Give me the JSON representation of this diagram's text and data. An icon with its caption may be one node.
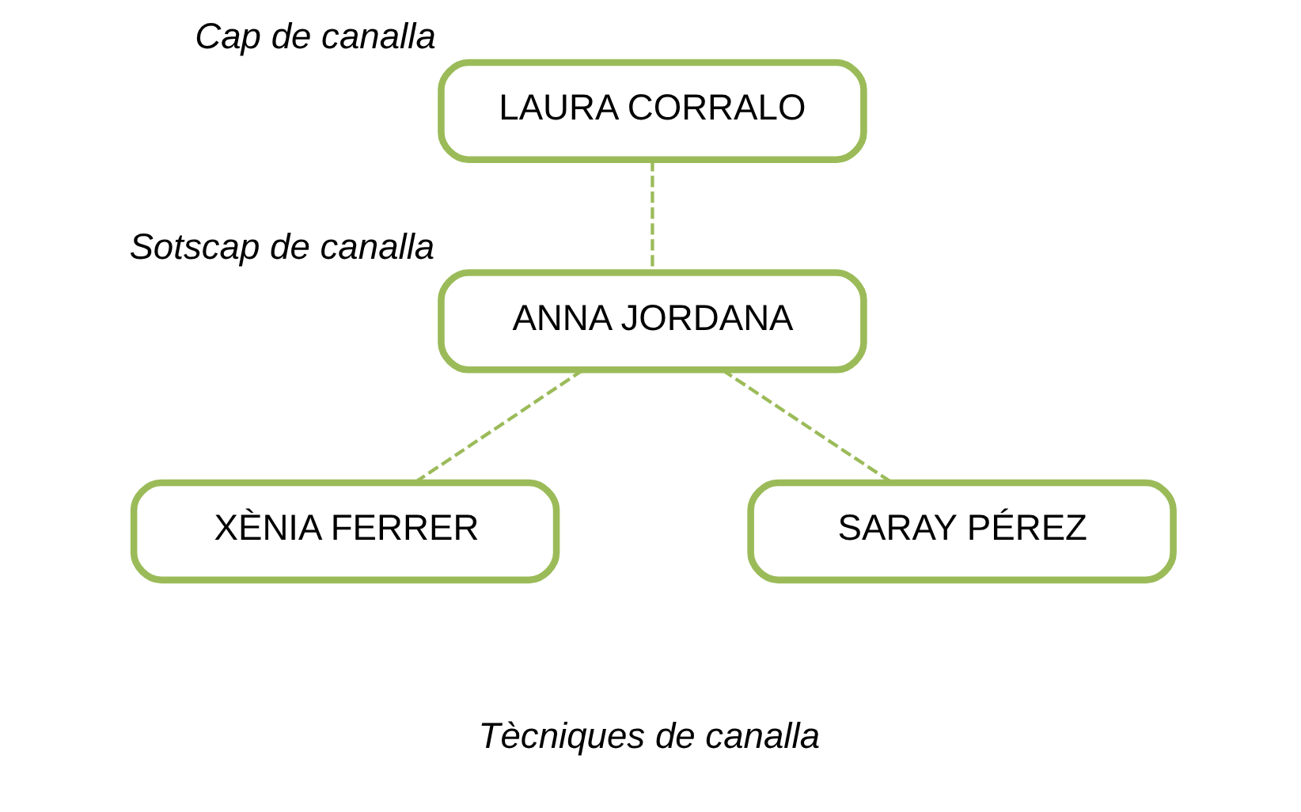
{
  "diagram": {
    "nodes": [
      {
        "text": [
          "LAURA CORRALO"
        ],
        "beside": [
          "Cap de canalla"
        ]
      },
      {
        "text": [
          "ANNA JORDANA"
        ],
        "beside": [
          "Sotscap de canalla"
        ]
      },
      {
        "text": [
          "XÈNIA FERRER"
        ]
      },
      {
        "text": [
          "SARAY PÉREZ"
        ]
      }
    ],
    "edges": [
      {
        "from": 0,
        "to": 1,
        "arrow": "none",
        "style": "dashed"
      },
      {
        "from": 1,
        "to": 2,
        "arrow": "none",
        "style": "dashed"
      },
      {
        "from": 1,
        "to": 3,
        "arrow": "none",
        "style": "dashed"
      }
    ],
    "labels": [
      "Tècniques de canalla"
    ]
  }
}
